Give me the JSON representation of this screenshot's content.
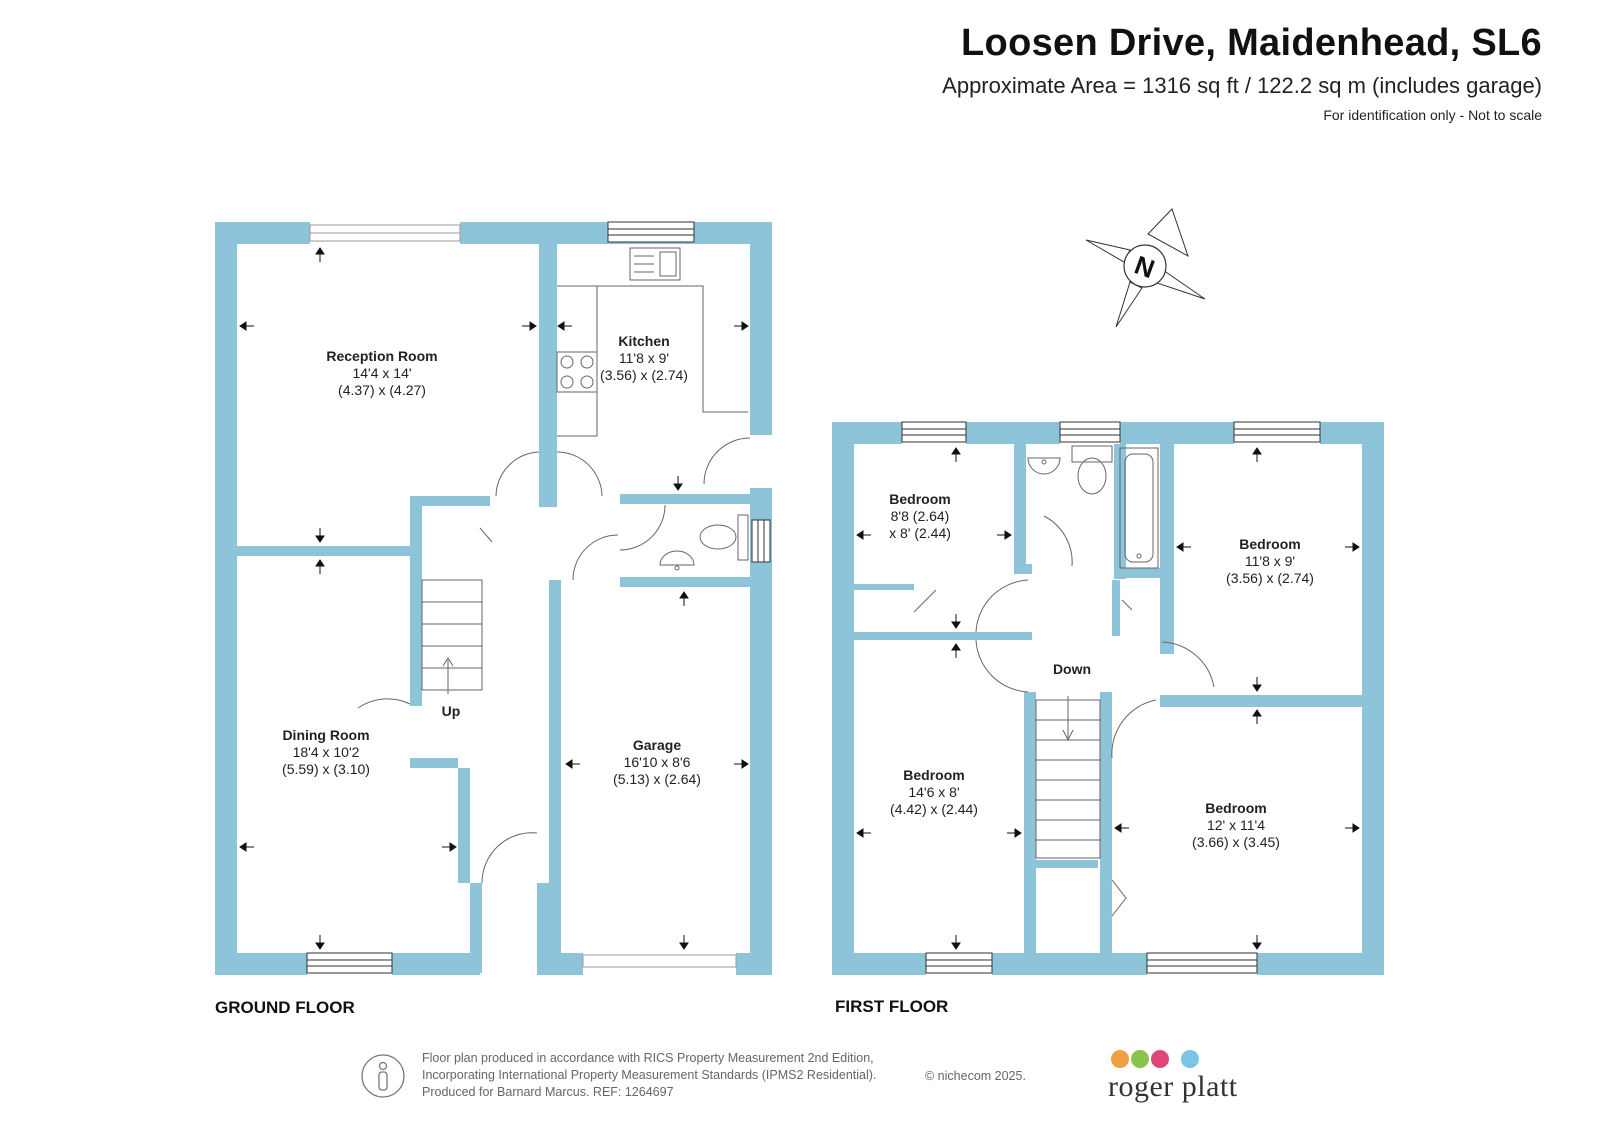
{
  "header": {
    "title": "Loosen Drive, Maidenhead, SL6",
    "area": "Approximate Area = 1316 sq ft / 122.2 sq m (includes garage)",
    "note": "For identification only - Not to scale"
  },
  "compass": {
    "letter": "N"
  },
  "ground_floor": {
    "label": "GROUND FLOOR",
    "rooms": [
      {
        "name": "Reception Room",
        "imperial": "14'4 x 14'",
        "metric": "(4.37) x (4.27)"
      },
      {
        "name": "Kitchen",
        "imperial": "11'8 x 9'",
        "metric": "(3.56) x (2.74)"
      },
      {
        "name": "Dining Room",
        "imperial": "18'4 x 10'2",
        "metric": "(5.59) x (3.10)"
      },
      {
        "name": "Garage",
        "imperial": "16'10 x 8'6",
        "metric": "(5.13) x (2.64)"
      }
    ],
    "stairs_label": "Up"
  },
  "first_floor": {
    "label": "FIRST FLOOR",
    "rooms": [
      {
        "name": "Bedroom",
        "imperial": "8'8 (2.64)",
        "metric": "x 8' (2.44)"
      },
      {
        "name": "Bedroom",
        "imperial": "11'8 x 9'",
        "metric": "(3.56) x (2.74)"
      },
      {
        "name": "Bedroom",
        "imperial": "14'6 x 8'",
        "metric": "(4.42) x (2.44)"
      },
      {
        "name": "Bedroom",
        "imperial": "12' x 11'4",
        "metric": "(3.66) x (3.45)"
      }
    ],
    "stairs_label": "Down"
  },
  "footer": {
    "lines": [
      "Floor plan produced in accordance with RICS Property Measurement 2nd Edition,",
      "Incorporating International Property Measurement Standards (IPMS2 Residential).",
      "Produced for Barnard Marcus.   REF:  1264697"
    ],
    "copyright": "© nichecom 2025.",
    "logo_text": "roger platt",
    "logo_colors": [
      "#f0a040",
      "#8cc34a",
      "#e0457a",
      "#7bc4e6"
    ]
  },
  "colors": {
    "wall": "#8ec4da",
    "text": "#222222"
  }
}
